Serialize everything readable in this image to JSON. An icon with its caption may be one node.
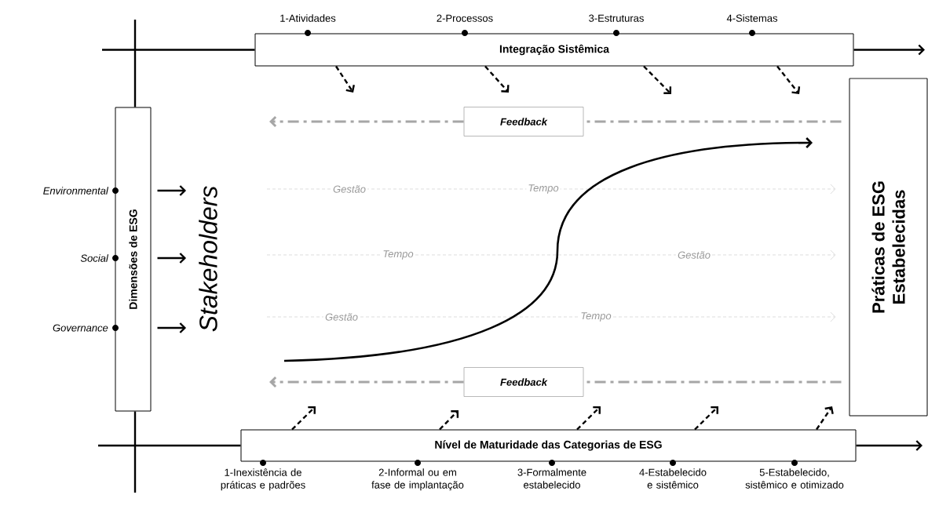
{
  "diagram": {
    "nodes": [
      {
        "text": [
          "Integração Sistêmica"
        ],
        "beside": [
          "1-Atividades",
          "2-Processos",
          "3-Estruturas",
          "4-Sistemas"
        ]
      },
      {
        "text": [
          "Dimensões de ESG"
        ],
        "beside": [
          "Environmental",
          "Social",
          "Governance"
        ]
      },
      {
        "text": [
          "Stakeholders"
        ]
      },
      {
        "text": [
          "Práticas de ESG Estabelecidas"
        ]
      },
      {
        "text": [
          "Nível de Maturidade das Categorias de ESG"
        ],
        "beside": [
          "1-Inexistência de práticas e padrões",
          "2-Informal ou em fase de implantação",
          "3-Formalmente estabelecido",
          "4-Estabelecido e sistêmico",
          "5-Estabelecido, sistêmico e otimizado"
        ]
      },
      {
        "text": [
          "Feedback"
        ]
      },
      {
        "text": [
          "Feedback"
        ]
      }
    ],
    "edges": [
      {
        "from": null,
        "to": 0,
        "arrow": "none"
      },
      {
        "from": 0,
        "to": null,
        "arrow": "to"
      },
      {
        "from": null,
        "to": 1,
        "arrow": "none"
      },
      {
        "from": 1,
        "to": null,
        "arrow": "none"
      },
      {
        "from": null,
        "to": 4,
        "arrow": "none"
      },
      {
        "from": 4,
        "to": null,
        "arrow": "to"
      },
      {
        "from": 0,
        "to": null,
        "arrow": "to",
        "style": "dashed"
      },
      {
        "from": 0,
        "to": null,
        "arrow": "to",
        "style": "dashed"
      },
      {
        "from": 0,
        "to": null,
        "arrow": "to",
        "style": "dashed"
      },
      {
        "from": 0,
        "to": null,
        "arrow": "to",
        "style": "dashed"
      },
      {
        "from": 4,
        "to": null,
        "arrow": "to",
        "style": "dashed"
      },
      {
        "from": 4,
        "to": null,
        "arrow": "to",
        "style": "dashed"
      },
      {
        "from": 4,
        "to": null,
        "arrow": "to",
        "style": "dashed"
      },
      {
        "from": 4,
        "to": null,
        "arrow": "to",
        "style": "dashed"
      },
      {
        "from": 4,
        "to": null,
        "arrow": "to",
        "style": "dashed"
      },
      {
        "from": 1,
        "to": 2,
        "arrow": "to"
      },
      {
        "from": 1,
        "to": 2,
        "arrow": "to"
      },
      {
        "from": 1,
        "to": 2,
        "arrow": "to"
      },
      {
        "from": 3,
        "to": 5,
        "arrow": "none",
        "style": "dashed",
        "color": "#a6a6a6"
      },
      {
        "from": 5,
        "to": null,
        "arrow": "to",
        "style": "dashed",
        "color": "#a6a6a6"
      },
      {
        "from": 3,
        "to": 6,
        "arrow": "none",
        "style": "dashed",
        "color": "#a6a6a6"
      },
      {
        "from": 6,
        "to": null,
        "arrow": "to",
        "style": "dashed",
        "color": "#a6a6a6"
      },
      {
        "from": null,
        "to": 3,
        "arrow": "to",
        "style": "dashed",
        "color": "#d9d9d9"
      },
      {
        "from": null,
        "to": 3,
        "arrow": "to",
        "style": "dashed",
        "color": "#d9d9d9"
      },
      {
        "from": null,
        "to": 3,
        "arrow": "to",
        "style": "dashed",
        "color": "#d9d9d9"
      }
    ],
    "labels": [
      "Gestão",
      "Tempo",
      "Tempo",
      "Gestão",
      "Gestão",
      "Tempo"
    ]
  }
}
